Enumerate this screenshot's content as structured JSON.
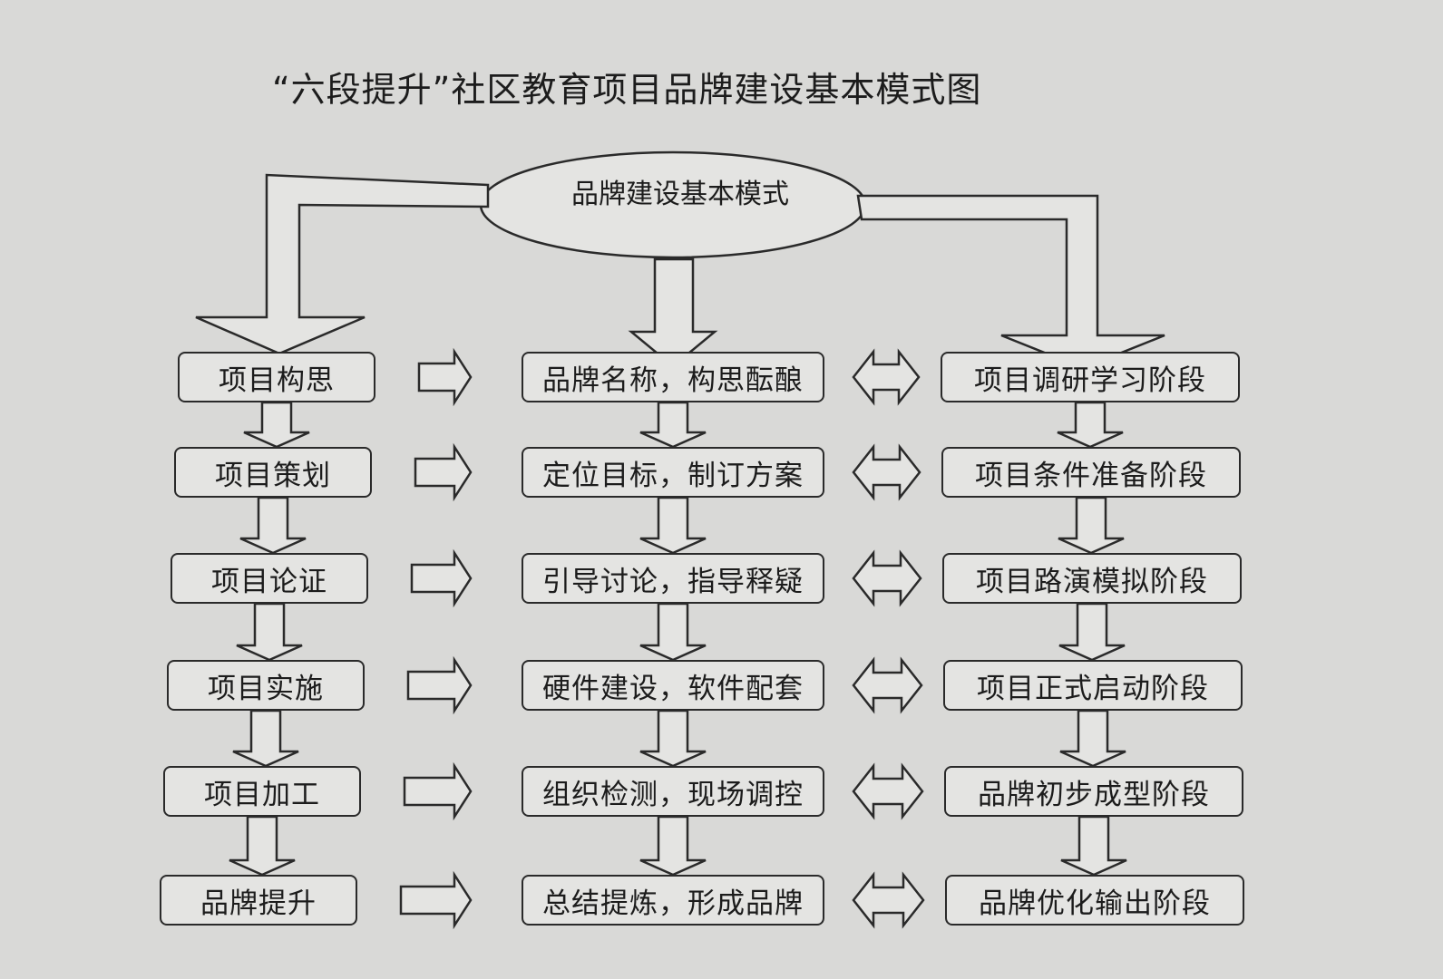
{
  "title": "“六段提升”社区教育项目品牌建设基本模式图",
  "center": {
    "label": "品牌建设基本模式"
  },
  "left_column": [
    {
      "label": "项目构思"
    },
    {
      "label": "项目策划"
    },
    {
      "label": "项目论证"
    },
    {
      "label": "项目实施"
    },
    {
      "label": "项目加工"
    },
    {
      "label": "品牌提升"
    }
  ],
  "middle_column": [
    {
      "label": "品牌名称，构思酝酿"
    },
    {
      "label": "定位目标，制订方案"
    },
    {
      "label": "引导讨论，指导释疑"
    },
    {
      "label": "硬件建设，软件配套"
    },
    {
      "label": "组织检测，现场调控"
    },
    {
      "label": "总结提炼，形成品牌"
    }
  ],
  "right_column": [
    {
      "label": "项目调研学习阶段"
    },
    {
      "label": "项目条件准备阶段"
    },
    {
      "label": "项目路演模拟阶段"
    },
    {
      "label": "项目正式启动阶段"
    },
    {
      "label": "品牌初步成型阶段"
    },
    {
      "label": "品牌优化输出阶段"
    }
  ],
  "colors": {
    "background": "#d9d9d7",
    "line": "#2a2a2a",
    "box_fill": "#e4e4e2"
  }
}
